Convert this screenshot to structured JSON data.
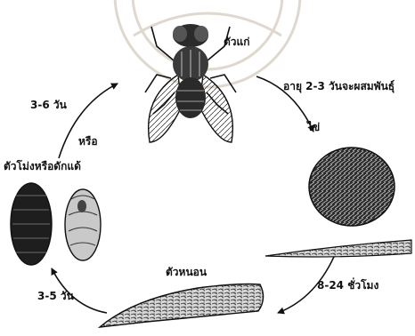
{
  "stages": {
    "adult": {
      "label": "ตัวแก่",
      "note": "อายุ 2-3 วันจะผสมพันธุ์"
    },
    "egg": {
      "label": "ไข่"
    },
    "larva": {
      "label": "ตัวหนอน"
    },
    "pupa": {
      "label": "ตัวโม่งหรือดักแด้",
      "connector": "หรือ"
    }
  },
  "durations": {
    "egg_to_larva": "8-24 ชั่วโมง",
    "larva_to_pupa": "3-5 วัน",
    "pupa_to_adult": "3-6 วัน"
  },
  "colors": {
    "ink": "#111111",
    "watermark": "#d9d2c7"
  }
}
